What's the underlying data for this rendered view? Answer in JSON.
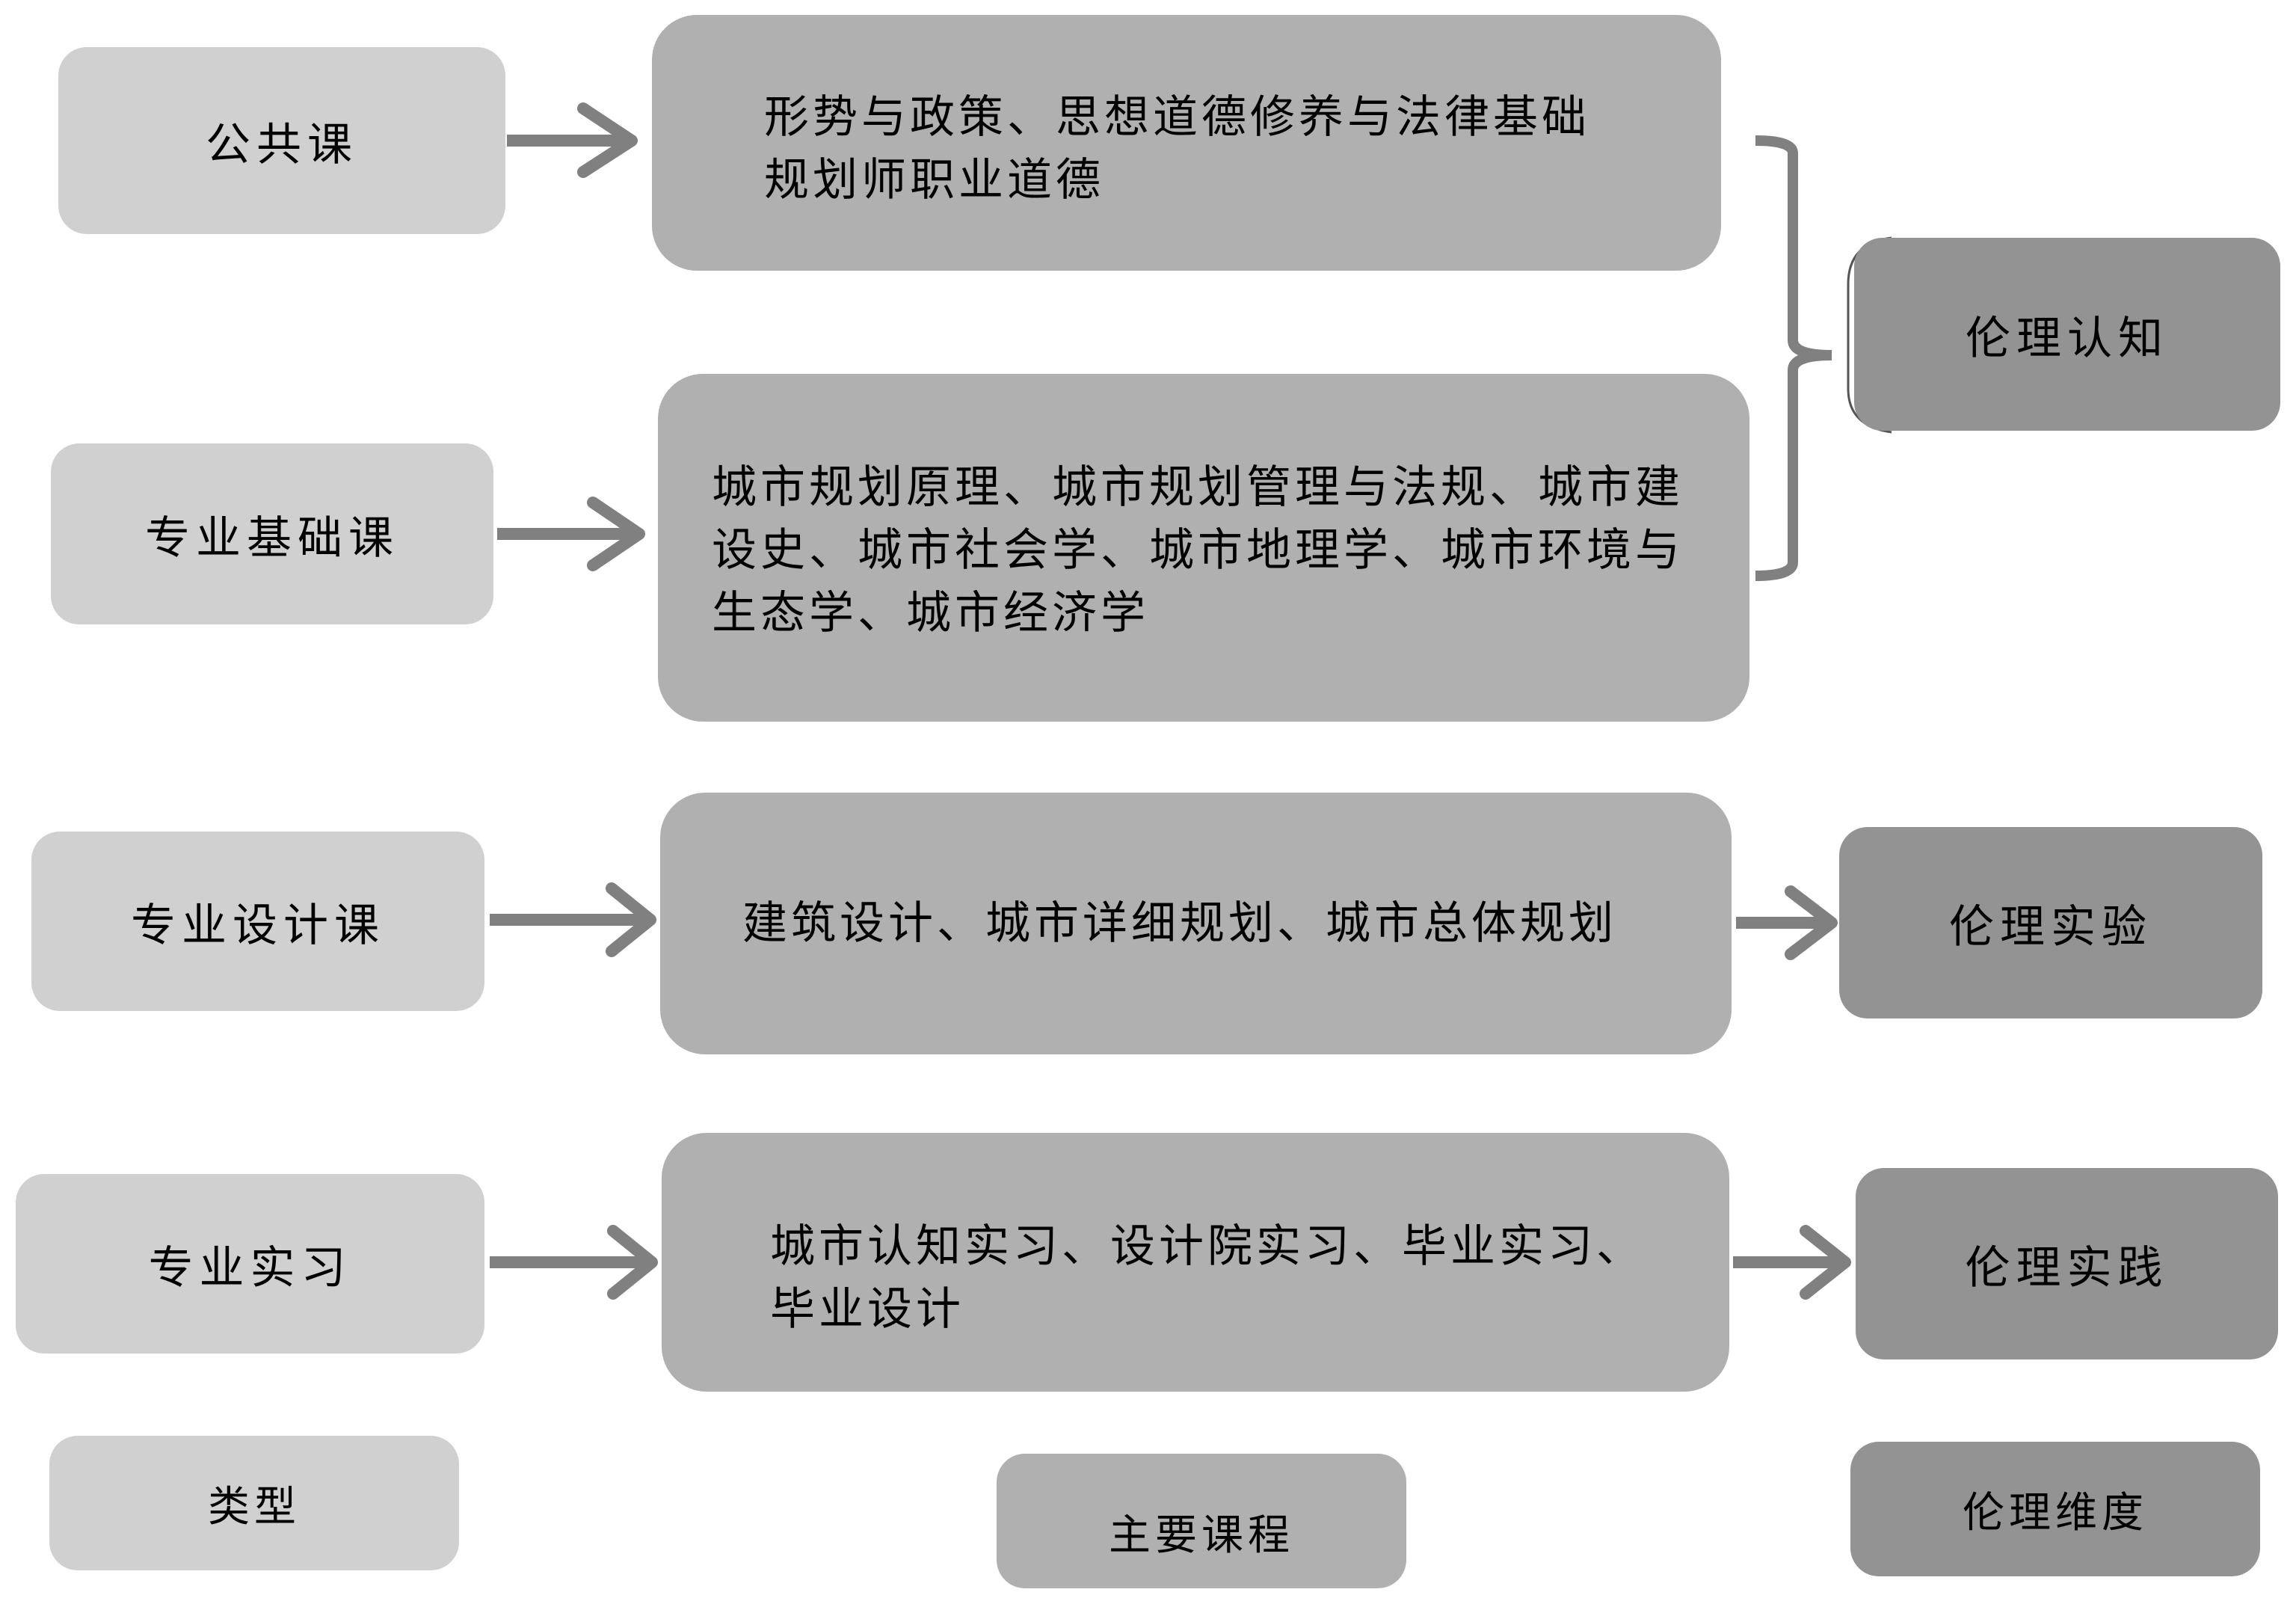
{
  "colors": {
    "type_box": "#d0d0d0",
    "course_box": "#b0b0b0",
    "dimension_box": "#939393",
    "arrow": "#808080"
  },
  "rows": [
    {
      "type": "公共课",
      "courses": "形势与政策、思想道德修养与法律基础\n规划师职业道德"
    },
    {
      "type": "专业基础课",
      "courses": "城市规划原理、城市规划管理与法规、城市建\n设史、城市社会学、城市地理学、城市环境与\n生态学、城市经济学"
    },
    {
      "type": "专业设计课",
      "courses": "建筑设计、城市详细规划、城市总体规划"
    },
    {
      "type": "专业实习",
      "courses": "城市认知实习、设计院实习、毕业实习、\n毕业设计"
    }
  ],
  "dimensions": {
    "cognition": "伦理认知",
    "experiment": "伦理实验",
    "practice": "伦理实践"
  },
  "legend": {
    "type": "类型",
    "courses": "主要课程",
    "dimension": "伦理维度"
  }
}
